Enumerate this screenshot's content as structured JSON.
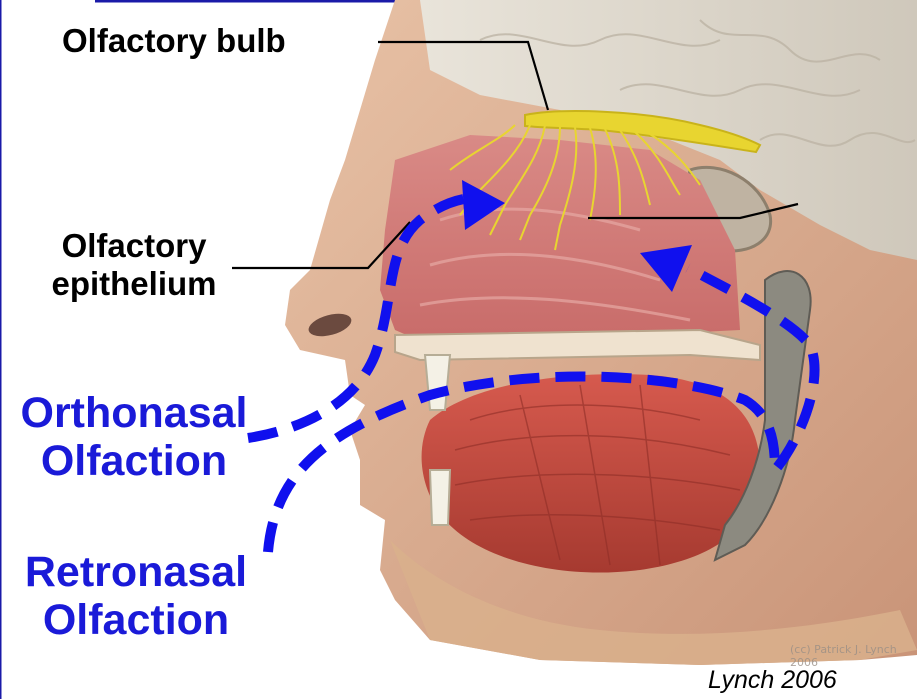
{
  "labels": {
    "olfactory_bulb": "Olfactory bulb",
    "olfactory_epithelium_line1": "Olfactory",
    "olfactory_epithelium_line2": "epithelium",
    "orthonasal_line1": "Orthonasal",
    "orthonasal_line2": "Olfaction",
    "retronasal_line1": "Retronasal",
    "retronasal_line2": "Olfaction"
  },
  "credit": "Lynch 2006",
  "watermark": "(cc) Patrick J. Lynch 2006",
  "colors": {
    "path_blue": "#1010ee",
    "label_blue": "#1a1ad8",
    "frame_blue": "#1a1aa8",
    "nerve_yellow": "#e8d530"
  }
}
